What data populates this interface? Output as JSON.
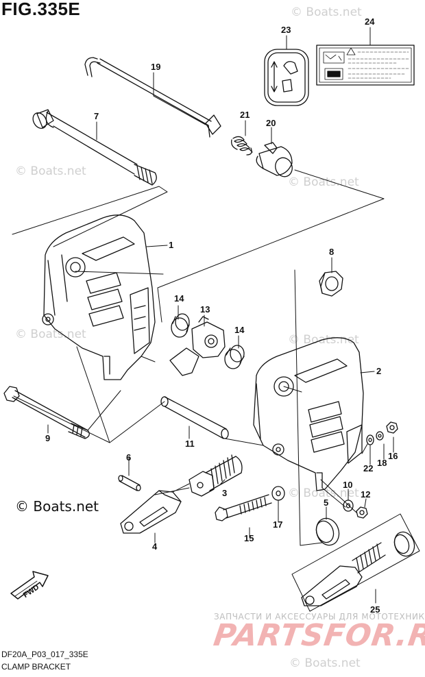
{
  "figure_title": "FIG.335E",
  "footer": {
    "model_code": "DF20A_P03_017_335E",
    "description": "CLAMP BRACKET"
  },
  "watermarks": {
    "small": "© Boats.net",
    "main": "© Boats.net",
    "ad_tagline": "ЗАПЧАСТИ И АКСЕССУАРЫ ДЛЯ МОТОТЕХНИКИ",
    "ad_brand": "PARTSFOR.RU"
  },
  "arrow_label": "FWD",
  "parts": [
    {
      "number": "1",
      "item": "clamp-bracket-left"
    },
    {
      "number": "2",
      "item": "clamp-bracket-right"
    },
    {
      "number": "3",
      "item": "clamp-screw-left"
    },
    {
      "number": "4",
      "item": "clamp-handle-left"
    },
    {
      "number": "5",
      "item": "clamp-pad"
    },
    {
      "number": "6",
      "item": "pin"
    },
    {
      "number": "7",
      "item": "swivel-bolt"
    },
    {
      "number": "8",
      "item": "nut"
    },
    {
      "number": "9",
      "item": "long-bolt"
    },
    {
      "number": "10",
      "item": "washer"
    },
    {
      "number": "11",
      "item": "pipe"
    },
    {
      "number": "12",
      "item": "nut-small"
    },
    {
      "number": "13",
      "item": "tilt-stopper"
    },
    {
      "number": "14",
      "item": "bushing"
    },
    {
      "number": "15",
      "item": "bolt"
    },
    {
      "number": "16",
      "item": "nut-right"
    },
    {
      "number": "17",
      "item": "washer-large"
    },
    {
      "number": "18",
      "item": "washer-right"
    },
    {
      "number": "19",
      "item": "tilt-rod"
    },
    {
      "number": "20",
      "item": "holder"
    },
    {
      "number": "21",
      "item": "spring"
    },
    {
      "number": "22",
      "item": "washer-small"
    },
    {
      "number": "23",
      "item": "tilt-label"
    },
    {
      "number": "24",
      "item": "caution-label"
    },
    {
      "number": "25",
      "item": "clamp-screw-assy"
    }
  ]
}
